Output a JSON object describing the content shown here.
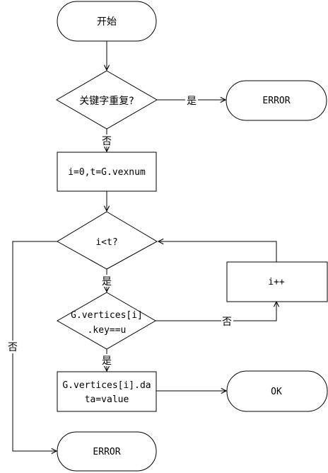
{
  "flowchart": {
    "start": "开始",
    "decision_dup": "关键字重复?",
    "yes_label_1": "是",
    "error_1": "ERROR",
    "no_label_1": "否",
    "init": "i=0,t=G.vexnum",
    "loop_cond": "i<t?",
    "yes_label_2": "是",
    "check_line1": "G.vertices[i]",
    "check_line2": ".key==u",
    "no_label_2": "否",
    "increment": "i++",
    "yes_label_3": "是",
    "assign_line1": "G.vertices[i].da",
    "assign_line2": "ta=value",
    "ok": "OK",
    "no_label_3": "否",
    "error_2": "ERROR"
  }
}
